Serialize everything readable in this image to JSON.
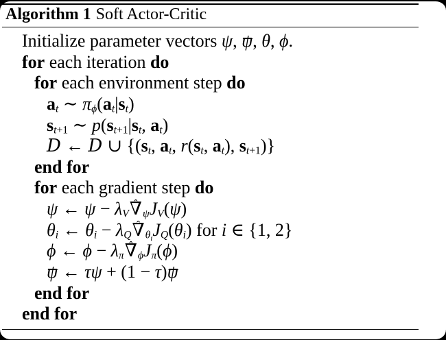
{
  "colors": {
    "frame": "#000000",
    "paper": "#ffffff",
    "ink": "#000000"
  },
  "algorithm": {
    "label": "Algorithm 1",
    "title": "Soft Actor-Critic",
    "lines": [
      {
        "indent": 1,
        "segs": [
          [
            "rm",
            "Initialize parameter vectors "
          ],
          [
            "it",
            "ψ"
          ],
          [
            "rm",
            ", "
          ],
          [
            "bar",
            "ψ"
          ],
          [
            "rm",
            ", "
          ],
          [
            "it",
            "θ"
          ],
          [
            "rm",
            ", "
          ],
          [
            "it",
            "ϕ"
          ],
          [
            "rm",
            "."
          ]
        ]
      },
      {
        "indent": 1,
        "segs": [
          [
            "bf",
            "for"
          ],
          [
            "rm",
            " each iteration "
          ],
          [
            "bf",
            "do"
          ]
        ]
      },
      {
        "indent": 2,
        "segs": [
          [
            "bf",
            "for"
          ],
          [
            "rm",
            " each environment step "
          ],
          [
            "bf",
            "do"
          ]
        ]
      },
      {
        "indent": 3,
        "segs": [
          [
            "mb",
            "a"
          ],
          [
            "sub",
            "t"
          ],
          [
            "rm",
            " ∼ "
          ],
          [
            "it",
            "π"
          ],
          [
            "sub",
            "ϕ"
          ],
          [
            "rm",
            "("
          ],
          [
            "mb",
            "a"
          ],
          [
            "sub",
            "t"
          ],
          [
            "rm",
            "|"
          ],
          [
            "mb",
            "s"
          ],
          [
            "sub",
            "t"
          ],
          [
            "rm",
            ")"
          ]
        ]
      },
      {
        "indent": 3,
        "segs": [
          [
            "mb",
            "s"
          ],
          [
            "sub",
            "t"
          ],
          [
            "subr",
            "+1"
          ],
          [
            "rm",
            " ∼ "
          ],
          [
            "it",
            "p"
          ],
          [
            "rm",
            "("
          ],
          [
            "mb",
            "s"
          ],
          [
            "sub",
            "t"
          ],
          [
            "subr",
            "+1"
          ],
          [
            "rm",
            "|"
          ],
          [
            "mb",
            "s"
          ],
          [
            "sub",
            "t"
          ],
          [
            "rm",
            ", "
          ],
          [
            "mb",
            "a"
          ],
          [
            "sub",
            "t"
          ],
          [
            "rm",
            ")"
          ]
        ]
      },
      {
        "indent": 3,
        "segs": [
          [
            "cal",
            "D"
          ],
          [
            "rm",
            " ← "
          ],
          [
            "cal",
            "D"
          ],
          [
            "rm",
            " ∪ {("
          ],
          [
            "mb",
            "s"
          ],
          [
            "sub",
            "t"
          ],
          [
            "rm",
            ", "
          ],
          [
            "mb",
            "a"
          ],
          [
            "sub",
            "t"
          ],
          [
            "rm",
            ", "
          ],
          [
            "it",
            "r"
          ],
          [
            "rm",
            "("
          ],
          [
            "mb",
            "s"
          ],
          [
            "sub",
            "t"
          ],
          [
            "rm",
            ", "
          ],
          [
            "mb",
            "a"
          ],
          [
            "sub",
            "t"
          ],
          [
            "rm",
            "), "
          ],
          [
            "mb",
            "s"
          ],
          [
            "sub",
            "t"
          ],
          [
            "subr",
            "+1"
          ],
          [
            "rm",
            ")}"
          ]
        ]
      },
      {
        "indent": 2,
        "segs": [
          [
            "bf",
            "end for"
          ]
        ]
      },
      {
        "indent": 2,
        "segs": [
          [
            "bf",
            "for"
          ],
          [
            "rm",
            " each gradient step "
          ],
          [
            "bf",
            "do"
          ]
        ]
      },
      {
        "indent": 3,
        "segs": [
          [
            "it",
            "ψ"
          ],
          [
            "rm",
            " ← "
          ],
          [
            "it",
            "ψ"
          ],
          [
            "rm",
            " − "
          ],
          [
            "it",
            "λ"
          ],
          [
            "sub",
            "V"
          ],
          [
            "hat",
            "∇"
          ],
          [
            "sub",
            "ψ"
          ],
          [
            "it",
            "J"
          ],
          [
            "sub",
            "V"
          ],
          [
            "rm",
            "("
          ],
          [
            "it",
            "ψ"
          ],
          [
            "rm",
            ")"
          ]
        ]
      },
      {
        "indent": 3,
        "segs": [
          [
            "it",
            "θ"
          ],
          [
            "sub",
            "i"
          ],
          [
            "rm",
            " ← "
          ],
          [
            "it",
            "θ"
          ],
          [
            "sub",
            "i"
          ],
          [
            "rm",
            " − "
          ],
          [
            "it",
            "λ"
          ],
          [
            "sub",
            "Q"
          ],
          [
            "hat",
            "∇"
          ],
          [
            "sub",
            "θ"
          ],
          [
            "subsub",
            "i"
          ],
          [
            "it",
            "J"
          ],
          [
            "sub",
            "Q"
          ],
          [
            "rm",
            "("
          ],
          [
            "it",
            "θ"
          ],
          [
            "sub",
            "i"
          ],
          [
            "rm",
            ") for "
          ],
          [
            "it",
            "i"
          ],
          [
            "rm",
            " ∈ {1, 2}"
          ]
        ]
      },
      {
        "indent": 3,
        "segs": [
          [
            "it",
            "ϕ"
          ],
          [
            "rm",
            " ← "
          ],
          [
            "it",
            "ϕ"
          ],
          [
            "rm",
            " − "
          ],
          [
            "it",
            "λ"
          ],
          [
            "sub",
            "π"
          ],
          [
            "hat",
            "∇"
          ],
          [
            "sub",
            "ϕ"
          ],
          [
            "it",
            "J"
          ],
          [
            "sub",
            "π"
          ],
          [
            "rm",
            "("
          ],
          [
            "it",
            "ϕ"
          ],
          [
            "rm",
            ")"
          ]
        ]
      },
      {
        "indent": 3,
        "segs": [
          [
            "bar",
            "ψ"
          ],
          [
            "rm",
            " ← "
          ],
          [
            "it",
            "τψ"
          ],
          [
            "rm",
            " + (1 − "
          ],
          [
            "it",
            "τ"
          ],
          [
            "rm",
            ")"
          ],
          [
            "bar",
            "ψ"
          ]
        ]
      },
      {
        "indent": 2,
        "segs": [
          [
            "bf",
            "end for"
          ]
        ]
      },
      {
        "indent": 1,
        "segs": [
          [
            "bf",
            "end for"
          ]
        ]
      }
    ]
  }
}
